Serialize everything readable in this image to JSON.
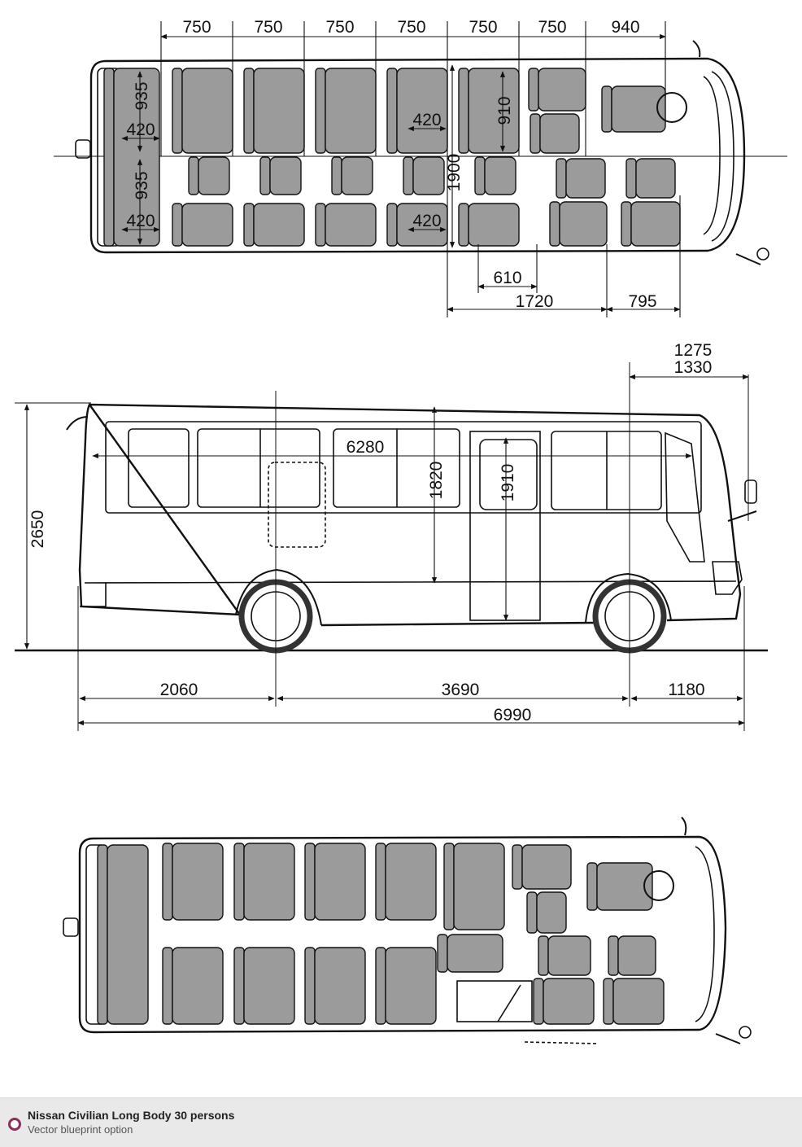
{
  "top_view": {
    "seat_pitch_labels": [
      "750",
      "750",
      "750",
      "750",
      "750",
      "750",
      "940"
    ],
    "seat_depth_top": "935",
    "seat_depth_bottom": "935",
    "seat_width_labels": [
      "420",
      "420",
      "420",
      "420"
    ],
    "driver_seat_depth": "910",
    "interior_width": "1900",
    "door_width": "610",
    "door_to_axle": "1720",
    "axle_to_front": "795"
  },
  "side_view": {
    "height_total": "2650",
    "interior_length": "6280",
    "interior_height": "1820",
    "door_height": "1910",
    "front_overhang_a": "1275",
    "front_overhang_b": "1330",
    "rear_overhang": "2060",
    "wheelbase": "3690",
    "front_overhang": "1180",
    "overall_length": "6990"
  },
  "footer": {
    "title": "Nissan Civilian Long Body 30 persons",
    "subtitle": "Vector blueprint option"
  },
  "colors": {
    "seat_fill": "#9b9b9b",
    "line": "#111111",
    "footer_bg": "#e9e9e9",
    "footer_mark": "#8a2e5c"
  }
}
